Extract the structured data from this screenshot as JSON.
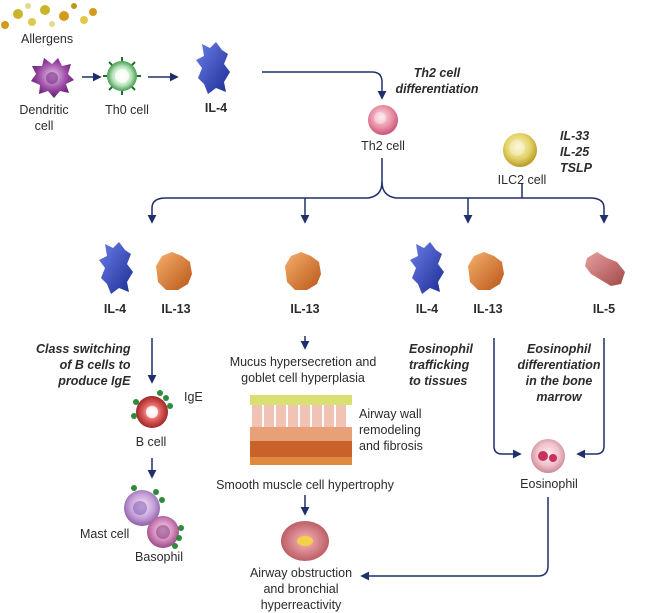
{
  "inputs": {
    "allergens": "Allergens",
    "dendritic_cell": "Dendritic\ncell",
    "th0_cell": "Th0 cell",
    "il4_top": "IL-4"
  },
  "th2": {
    "differentiation": "Th2 cell\ndifferentiation",
    "cell": "Th2 cell"
  },
  "ilc2": {
    "cytokines": "IL-33\nIL-25\nTSLP",
    "cell": "ILC2 cell"
  },
  "cytokines": {
    "il4_a": "IL-4",
    "il13_a": "IL-13",
    "il13_b": "IL-13",
    "il4_c": "IL-4",
    "il13_c": "IL-13",
    "il5": "IL-5"
  },
  "effects": {
    "class_switching": "Class switching\nof B cells to\nproduce IgE",
    "mucus": "Mucus hypersecretion and\ngoblet cell hyperplasia",
    "eosinophil_trafficking": "Eosinophil\ntrafficking\nto tissues",
    "eosinophil_differentiation": "Eosinophil\ndifferentiation\nin the bone\nmarrow"
  },
  "bcell_branch": {
    "ige": "IgE",
    "b_cell": "B cell",
    "mast_cell": "Mast cell",
    "basophil": "Basophil"
  },
  "airway_branch": {
    "remodeling": "Airway wall\nremodeling\nand fibrosis",
    "smooth_muscle": "Smooth muscle cell hypertrophy",
    "outcome": "Airway obstruction\nand bronchial\nhyperreactivity"
  },
  "eosinophil": "Eosinophil",
  "colors": {
    "arrow": "#1f2f6b",
    "il4": "#2f46b8",
    "il13": "#d9712a",
    "il5": "#c96f6f",
    "allergen_dots": "#c9b52a"
  }
}
